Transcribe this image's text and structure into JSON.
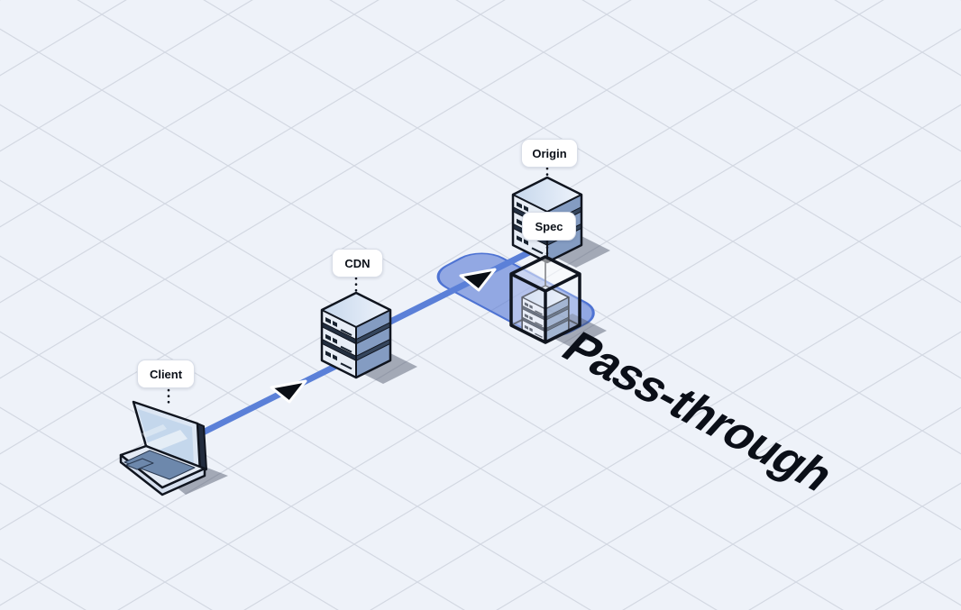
{
  "canvas": {
    "background": "#eef2f9",
    "grid_color": "#d3d8e2"
  },
  "nodes": [
    {
      "id": "client",
      "label": "Client",
      "icon": "laptop"
    },
    {
      "id": "cdn",
      "label": "CDN",
      "icon": "server-stack"
    },
    {
      "id": "origin",
      "label": "Origin",
      "icon": "server-stack"
    },
    {
      "id": "spec",
      "label": "Spec",
      "icon": "wireframe-cube-server"
    }
  ],
  "edges": [
    {
      "from": "client",
      "to": "cdn",
      "type": "flow-arrow"
    },
    {
      "from": "cdn",
      "to": "origin",
      "type": "flow-arrow"
    }
  ],
  "annotation": {
    "text": "Pass-through"
  },
  "colors": {
    "flow_line": "#5b80d8",
    "highlight_area": "#8ca3e1",
    "label_bg": "#ffffff",
    "label_text": "#0c1119",
    "outline": "#10151f",
    "annotation_text": "#0b0f18"
  }
}
